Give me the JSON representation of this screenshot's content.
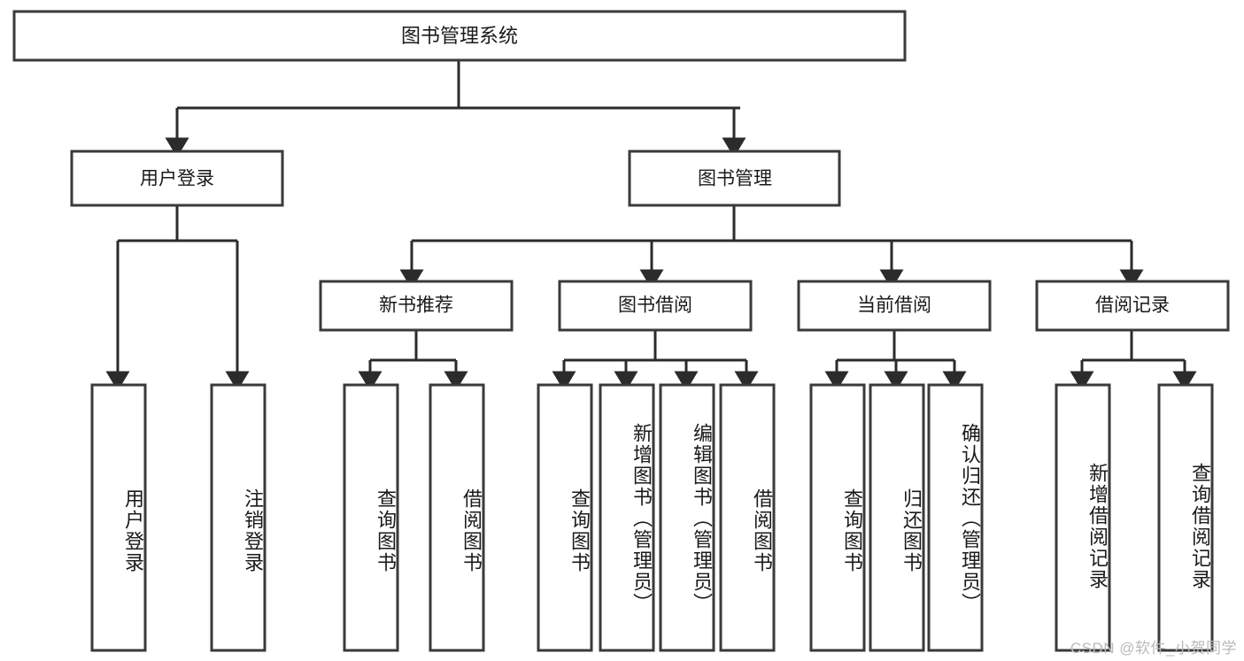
{
  "diagram": {
    "title": "图书管理系统",
    "type": "tree-hierarchy-diagram",
    "colors": {
      "box_stroke": "#3a3a3a",
      "connector": "#2b2b2b",
      "box_fill": "#ffffff",
      "text": "#1a1a1a",
      "watermark": "#b9b9b9"
    },
    "root": {
      "label": "图书管理系统"
    },
    "level2": [
      {
        "label": "用户登录"
      },
      {
        "label": "图书管理"
      }
    ],
    "level3": [
      {
        "label": "新书推荐"
      },
      {
        "label": "图书借阅"
      },
      {
        "label": "当前借阅"
      },
      {
        "label": "借阅记录"
      }
    ],
    "leaves": {
      "user_login": [
        {
          "label": "用户登录"
        },
        {
          "label": "注销登录"
        }
      ],
      "new_book": [
        {
          "label": "查询图书"
        },
        {
          "label": "借阅图书"
        }
      ],
      "book_borrow": [
        {
          "label": "查询图书"
        },
        {
          "label": "新增图书（管理员）"
        },
        {
          "label": "编辑图书（管理员）"
        },
        {
          "label": "借阅图书"
        }
      ],
      "current_borrow": [
        {
          "label": "查询图书"
        },
        {
          "label": "归还图书"
        },
        {
          "label": "确认归还（管理员）"
        }
      ],
      "borrow_record": [
        {
          "label": "新增借阅记录"
        },
        {
          "label": "查询借阅记录"
        }
      ]
    }
  },
  "watermark": {
    "text": "CSDN @软件_小贺同学"
  }
}
